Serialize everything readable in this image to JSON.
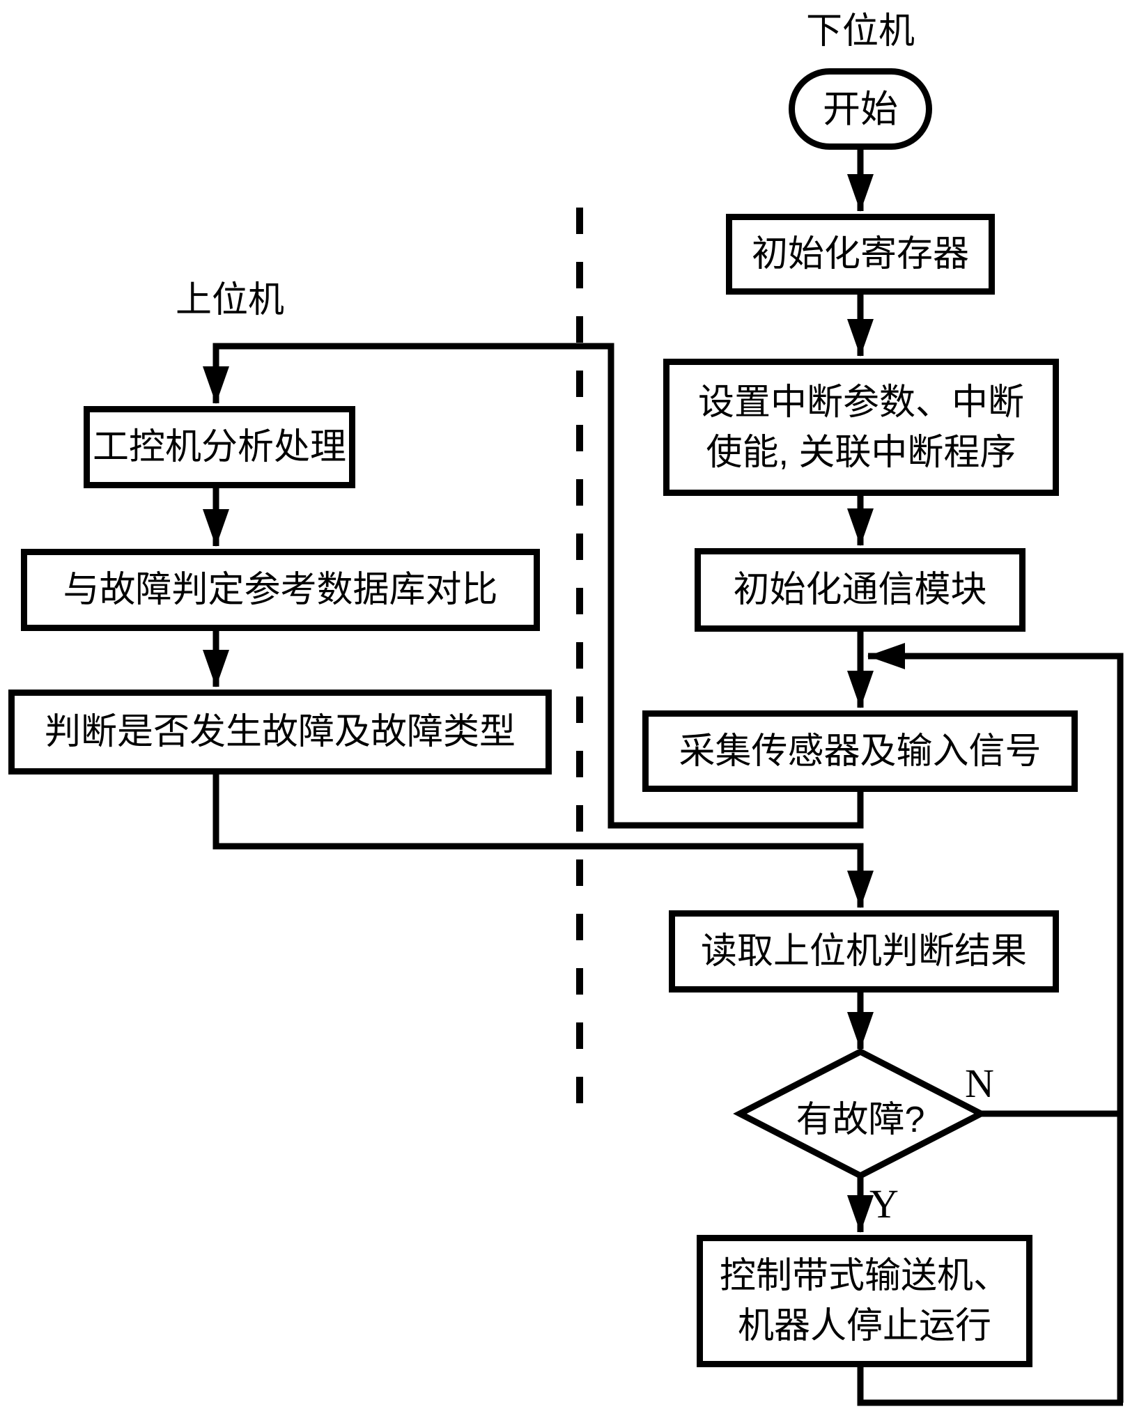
{
  "diagram": {
    "title_labels": {
      "upper_section": "上位机",
      "lower_section": "下位机"
    },
    "nodes": {
      "start": "开始",
      "init_registers": "初始化寄存器",
      "set_interrupts": "设置中断参数、中断\n使能, 关联中断程序",
      "init_comm": "初始化通信模块",
      "collect_signals": "采集传感器及输入信号",
      "read_result": "读取上位机判断结果",
      "fault_decision": "有故障?",
      "stop_machines": "控制带式输送机、\n机器人停止运行",
      "ipc_analysis": "工控机分析处理",
      "db_compare": "与故障判定参考数据库对比",
      "judge_fault": "判断是否发生故障及故障类型"
    },
    "branch_labels": {
      "yes": "Y",
      "no": "N"
    },
    "colors": {
      "line": "#000000",
      "background": "#ffffff"
    }
  }
}
